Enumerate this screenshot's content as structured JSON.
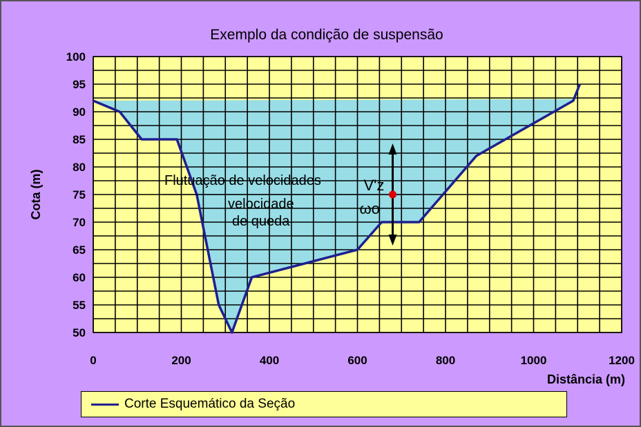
{
  "chart_data": {
    "type": "area",
    "title": "Exemplo da condição de suspensão",
    "xlabel": "Distância (m)",
    "ylabel": "Cota (m)",
    "xlim": [
      0,
      1200
    ],
    "ylim": [
      50,
      100
    ],
    "x_ticks": [
      0,
      200,
      400,
      600,
      800,
      1000,
      1200
    ],
    "y_ticks": [
      50,
      55,
      60,
      65,
      70,
      75,
      80,
      85,
      90,
      95,
      100
    ],
    "grid": true,
    "legend_position": "bottom",
    "series": [
      {
        "name": "Corte Esquemático da Seção",
        "x": [
          0,
          60,
          110,
          190,
          235,
          285,
          315,
          360,
          600,
          655,
          740,
          870,
          1090,
          1105
        ],
        "y": [
          92,
          90,
          85,
          85,
          75,
          55,
          50,
          60,
          65,
          70,
          70,
          82,
          92,
          95
        ]
      }
    ],
    "water_level": 92.3,
    "annotations": {
      "fluctuation": "Flutuação de velocidades",
      "fall_velocity_line1": "velocidade",
      "fall_velocity_line2": "de queda",
      "vz_symbol": "V'z",
      "omega_symbol": "ωo",
      "point": {
        "x": 680,
        "y": 75
      },
      "arrow_top": 84,
      "arrow_bottom": 66
    }
  },
  "colors": {
    "background": "#cc99ff",
    "plot_area": "#ffff99",
    "grid": "#000000",
    "water": "#99dde6",
    "section_line": "#1f1f8f",
    "point": "#dd0000"
  }
}
